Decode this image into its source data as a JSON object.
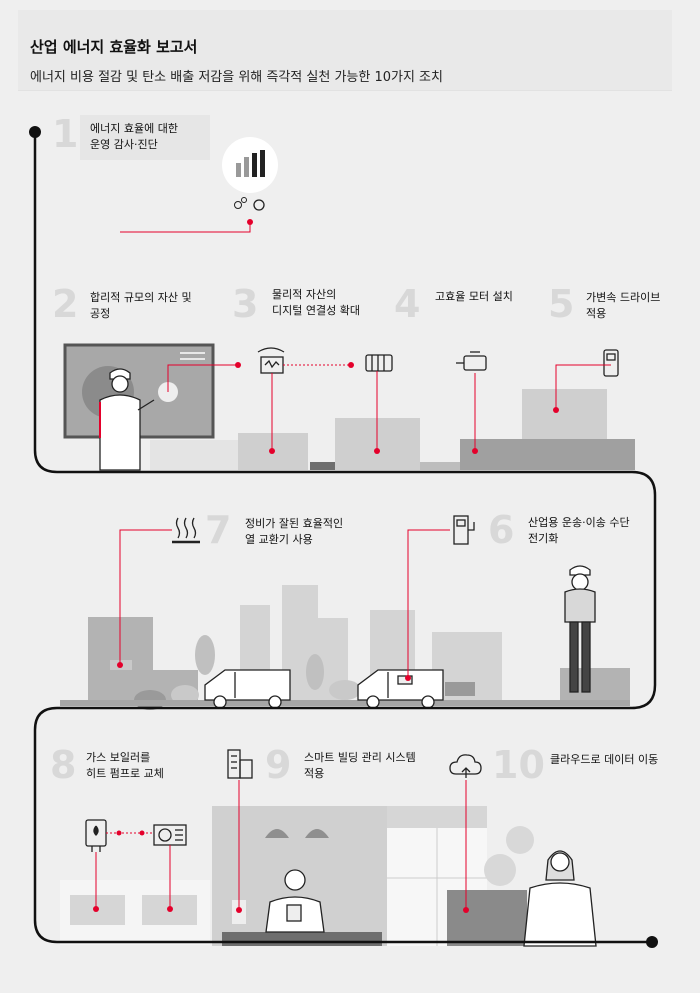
{
  "header": {
    "title": "산업 에너지 효율화 보고서",
    "subtitle": "에너지 비용 절감 및 탄소 배출 저감을 위해 즉각적 실천 가능한 10가지 조치"
  },
  "steps": [
    {
      "num": "1",
      "lines": [
        "에너지 효율에 대한",
        "운영 감사·진단"
      ]
    },
    {
      "num": "2",
      "lines": [
        "합리적 규모의 자산 및",
        "공정"
      ]
    },
    {
      "num": "3",
      "lines": [
        "물리적 자산의",
        "디지털 연결성 확대"
      ]
    },
    {
      "num": "4",
      "lines": [
        "고효율 모터 설치"
      ]
    },
    {
      "num": "5",
      "lines": [
        "가변속 드라이브",
        "적용"
      ]
    },
    {
      "num": "6",
      "lines": [
        "산업용 운송·이송 수단",
        "전기화"
      ]
    },
    {
      "num": "7",
      "lines": [
        "정비가 잘된 효율적인",
        "열 교환기 사용"
      ]
    },
    {
      "num": "8",
      "lines": [
        "가스 보일러를",
        "히트 펌프로 교체"
      ]
    },
    {
      "num": "9",
      "lines": [
        "스마트 빌딩 관리 시스템",
        "적용"
      ]
    },
    {
      "num": "10",
      "lines": [
        "클라우드로 데이터 이동"
      ]
    }
  ],
  "colors": {
    "accent": "#e4002b",
    "path": "#111111",
    "building": "#c8c8c8",
    "dark": "#8c8c8c"
  },
  "icons": [
    "bar-chart-icon",
    "gears-icon",
    "refresh-icon",
    "connected-motor-icon",
    "motor-icon",
    "efficient-motor-icon",
    "drive-icon",
    "heat-exchanger-icon",
    "ev-charger-icon",
    "boiler-icon",
    "heat-pump-icon",
    "building-icon",
    "cloud-upload-icon"
  ]
}
